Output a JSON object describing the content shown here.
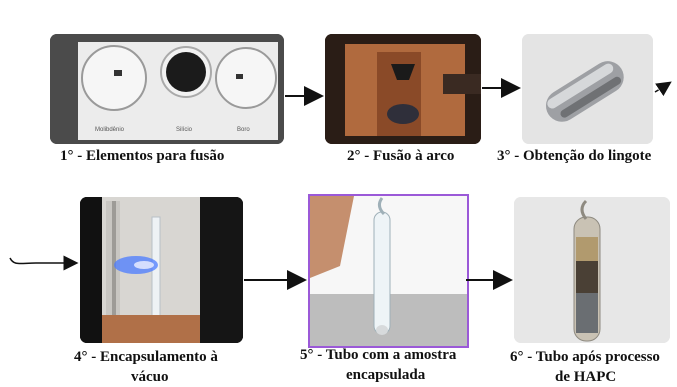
{
  "steps": [
    {
      "number": "1°",
      "caption": "1° - Elementos para fusão",
      "labels": [
        "Molibdênio",
        "Silício",
        "Boro"
      ]
    },
    {
      "number": "2°",
      "caption": "2° - Fusão à arco"
    },
    {
      "number": "3°",
      "caption": "3° - Obtenção do lingote"
    },
    {
      "number": "4°",
      "caption_line1": "4° - Encapsulamento à",
      "caption_line2": "vácuo"
    },
    {
      "number": "5°",
      "caption_line1": "5° - Tubo com a amostra",
      "caption_line2": "encapsulada"
    },
    {
      "number": "6°",
      "caption_line1": "6° - Tubo após processo",
      "caption_line2": "de HAPC"
    }
  ]
}
